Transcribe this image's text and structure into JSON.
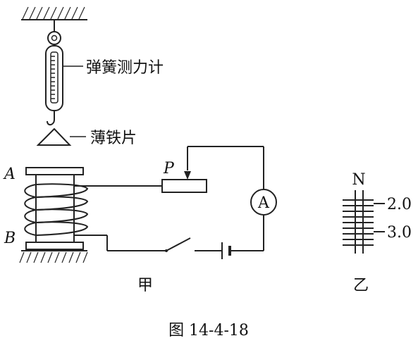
{
  "labels": {
    "spring_scale": "弹簧测力计",
    "iron_sheet": "薄铁片",
    "point_a": "A",
    "point_b": "B",
    "slider_p": "P",
    "ammeter_symbol": "A",
    "panel_left": "甲",
    "panel_right": "乙",
    "figure_caption": "图 14-4-18",
    "compass_north": "N",
    "scale_mark_upper": "2.0",
    "scale_mark_lower": "3.0"
  }
}
